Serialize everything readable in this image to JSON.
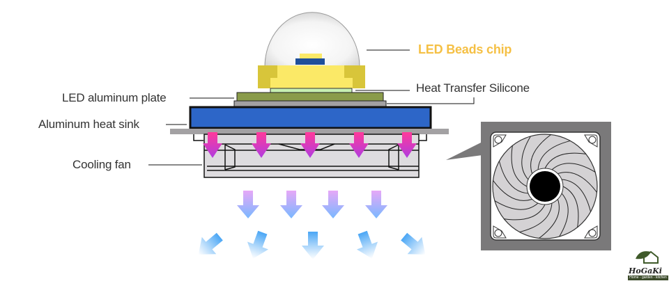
{
  "title": "LED heat dissipation structure",
  "labels": {
    "led_beads_chip": "LED Beads chip",
    "heat_transfer_silicone": "Heat Transfer Silicone",
    "led_aluminum_plate": "LED aluminum plate",
    "aluminum_heat_sink": "Aluminum heat sink",
    "cooling_fan": "Cooling fan"
  },
  "logo": {
    "name": "HoGaKi",
    "tagline": "Home - garden - kitchen"
  },
  "colors": {
    "label_text": "#333333",
    "led_label": "#f5c045",
    "led_package": "#fbe967",
    "led_package_dark": "#d8c53a",
    "chip_base": "#1f4f9a",
    "silicone": "#c7efb2",
    "aluminum_plate": "#8a9b4a",
    "heat_sink": "#2d66c8",
    "gray_plate": "#a3a1a3",
    "fan_body": "#dedcdf",
    "arrow_hot_top": "#ff3a9a",
    "arrow_hot_bottom": "#b03ce0",
    "arrow_air_top": "#e0a6f5",
    "arrow_air_bottom": "#6fb6ff",
    "fan_frame": "#7a797a"
  },
  "arrows": {
    "hot_count": 5,
    "air_row1_count": 4,
    "air_row2_count": 5
  }
}
